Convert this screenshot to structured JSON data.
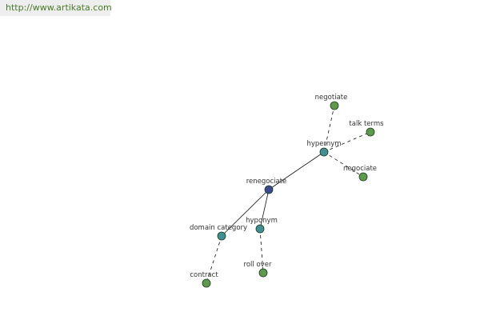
{
  "url": "http://www.artikata.com",
  "colors": {
    "center": "#3b4a8f",
    "relation": "#3f8f93",
    "leaf": "#5f9a4c",
    "url_text": "#4a7a2a"
  },
  "diagram": {
    "nodes": [
      {
        "id": "renegociate",
        "label": "renegociate",
        "kind": "center"
      },
      {
        "id": "hypernym",
        "label": "hypernym",
        "kind": "relation"
      },
      {
        "id": "domain_category",
        "label": "domain category",
        "kind": "relation"
      },
      {
        "id": "hyponym",
        "label": "hyponym",
        "kind": "relation"
      },
      {
        "id": "negotiate",
        "label": "negotiate",
        "kind": "leaf"
      },
      {
        "id": "talk_terms",
        "label": "talk terms",
        "kind": "leaf"
      },
      {
        "id": "negociate",
        "label": "negociate",
        "kind": "leaf"
      },
      {
        "id": "contract",
        "label": "contract",
        "kind": "leaf"
      },
      {
        "id": "roll_over",
        "label": "roll over",
        "kind": "leaf"
      }
    ],
    "edges": [
      {
        "from": "renegociate",
        "to": "hypernym",
        "style": "solid"
      },
      {
        "from": "renegociate",
        "to": "domain_category",
        "style": "solid"
      },
      {
        "from": "renegociate",
        "to": "hyponym",
        "style": "solid"
      },
      {
        "from": "hypernym",
        "to": "negotiate",
        "style": "dashed"
      },
      {
        "from": "hypernym",
        "to": "talk_terms",
        "style": "dashed"
      },
      {
        "from": "hypernym",
        "to": "negociate",
        "style": "dashed"
      },
      {
        "from": "domain_category",
        "to": "contract",
        "style": "dashed"
      },
      {
        "from": "hyponym",
        "to": "roll_over",
        "style": "dashed"
      }
    ]
  }
}
